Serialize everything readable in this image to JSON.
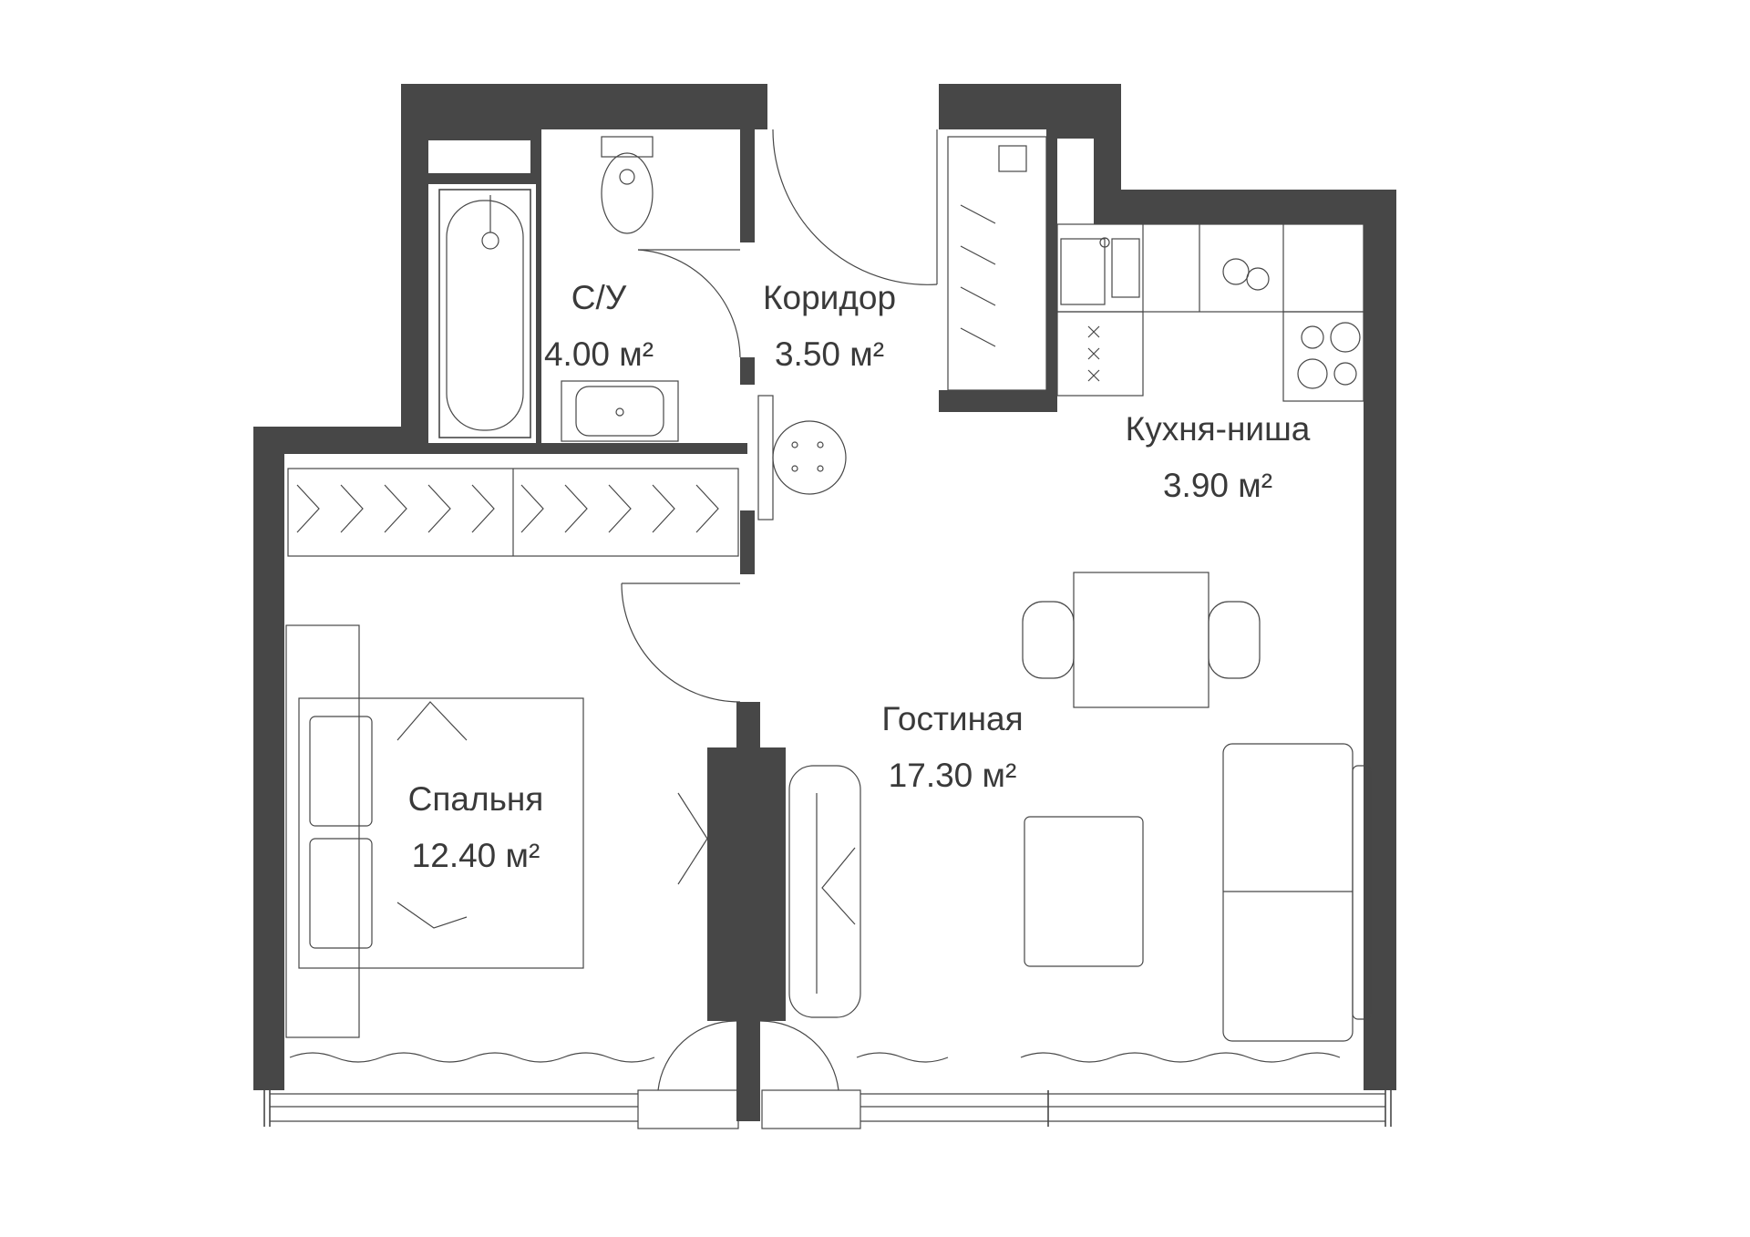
{
  "plan": {
    "wall_color": "#474747",
    "rooms": [
      {
        "id": "bathroom",
        "name": "С/У",
        "area": "4.00 м"
      },
      {
        "id": "corridor",
        "name": "Коридор",
        "area": "3.50 м"
      },
      {
        "id": "kitchen",
        "name": "Кухня-ниша",
        "area": "3.90 м"
      },
      {
        "id": "living",
        "name": "Гостиная",
        "area": "17.30 м"
      },
      {
        "id": "bedroom",
        "name": "Спальня",
        "area": "12.40 м"
      }
    ]
  }
}
